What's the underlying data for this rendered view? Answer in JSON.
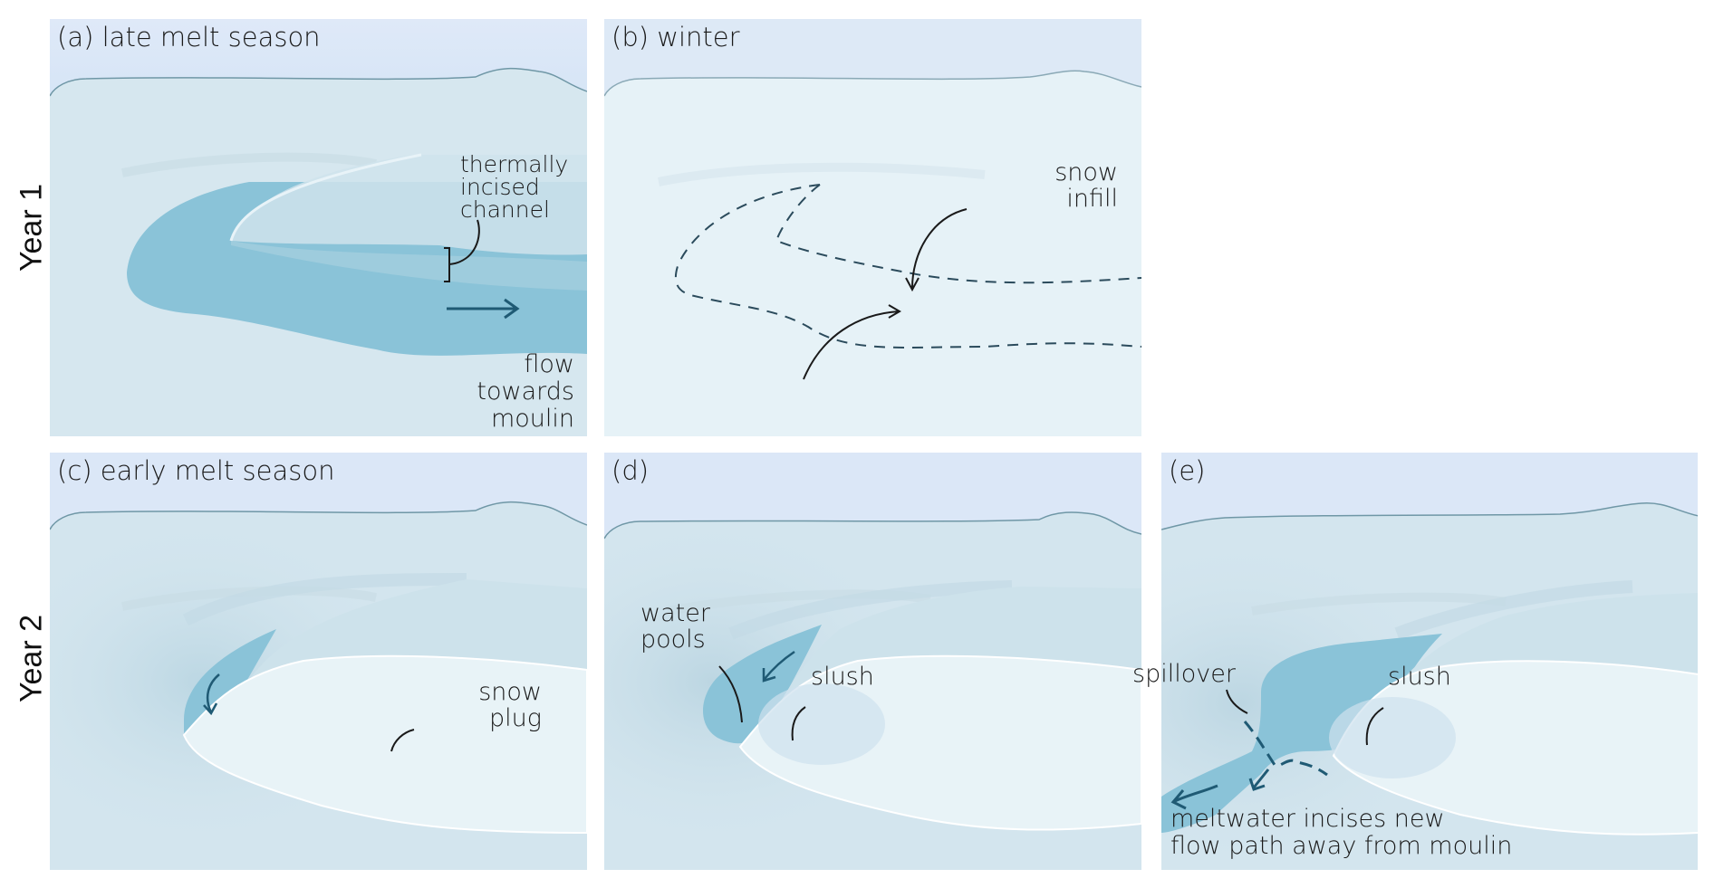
{
  "figure": {
    "rows": [
      {
        "label": "Year 1"
      },
      {
        "label": "Year 2"
      }
    ],
    "colors": {
      "sky": "#dce8f7",
      "ice": "#d5e6ee",
      "ice_light": "#e4f0f5",
      "winter_ice": "#e6f2f7",
      "snow": "#eaf4f7",
      "water": "#8cc5d9",
      "water_dark": "#7ab9d0",
      "dark_line": "#1f5a74",
      "horizon_line": "#6f97a6",
      "text": "#1a1a1a"
    },
    "panels": {
      "a": {
        "title": "(a) late melt season",
        "annotations": {
          "channel": "thermally\nincised\nchannel",
          "flow": "flow\ntowards\nmoulin"
        }
      },
      "b": {
        "title": "(b) winter",
        "annotations": {
          "infill": "snow\ninfill"
        }
      },
      "c": {
        "title": "(c) early melt season",
        "annotations": {
          "plug": "snow\nplug"
        }
      },
      "d": {
        "title": "(d)",
        "annotations": {
          "pools": "water\npools",
          "slush": "slush"
        }
      },
      "e": {
        "title": "(e)",
        "annotations": {
          "spillover": "spillover",
          "slush": "slush",
          "incises": "meltwater incises new\nflow path away from moulin"
        }
      }
    }
  }
}
